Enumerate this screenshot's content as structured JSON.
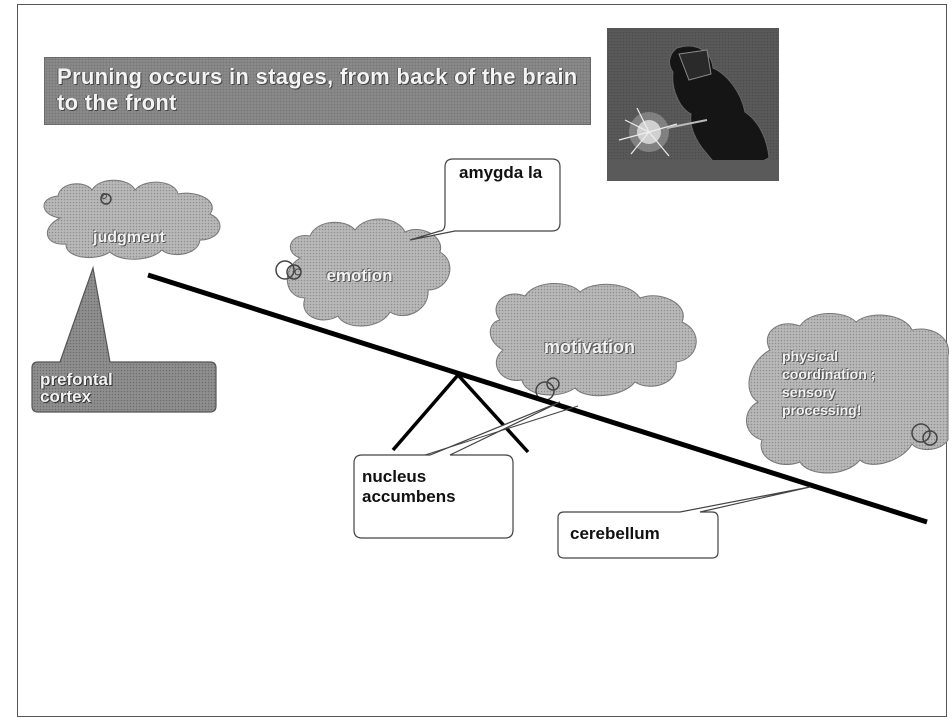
{
  "slide": {
    "title": "Pruning occurs in stages, from back of the brain to the front",
    "clouds": {
      "judgment": "judgment",
      "emotion": "emotion",
      "motivation": "motivation",
      "physical": "physical coordination ; sensory processing!"
    },
    "labels": {
      "amygdala": "amygda la",
      "prefrontal": "prefontal cortex",
      "nucleus": "nucleus accumbens",
      "cerebellum": "cerebellum"
    },
    "photo_icon": "welder-photo"
  },
  "colors": {
    "cloud_fill": "#b5b5b5",
    "title_fill": "#8a8a8a",
    "line": "#000000"
  }
}
